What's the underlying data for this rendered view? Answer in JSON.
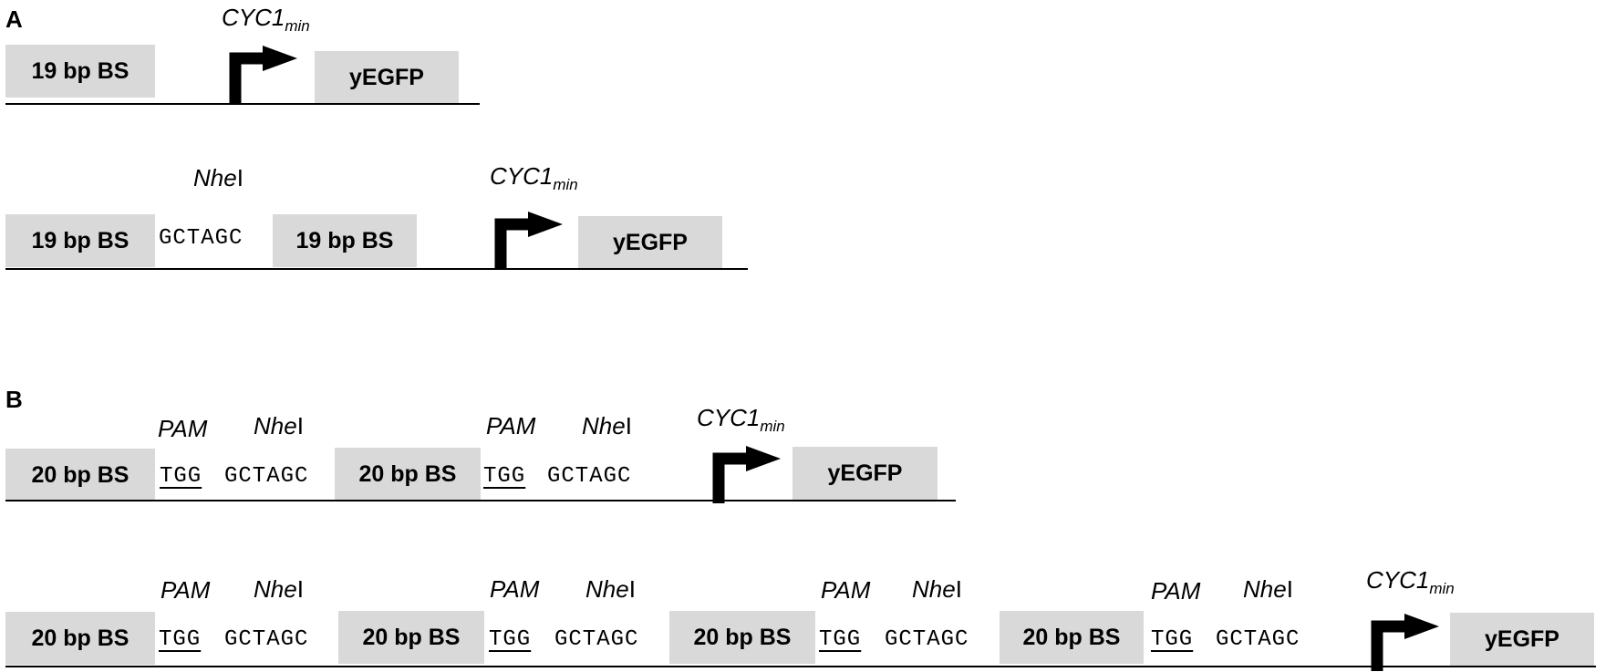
{
  "panel_a": {
    "label": "A",
    "construct_1": {
      "promoter_label": "CYC1",
      "promoter_sub": "min",
      "bs_label": "19 bp BS",
      "reporter_label": "yEGFP"
    },
    "construct_2": {
      "bs1_label": "19 bp BS",
      "site_name_italic": "Nhe",
      "site_name_plain": "I",
      "site_seq": "GCTAGC",
      "bs2_label": "19 bp BS",
      "promoter_label": "CYC1",
      "promoter_sub": "min",
      "reporter_label": "yEGFP"
    }
  },
  "panel_b": {
    "label": "B",
    "construct_1": {
      "units": [
        {
          "bs_label": "20 bp BS",
          "pam_label": "PAM",
          "pam_seq": "TGG",
          "site_name_italic": "Nhe",
          "site_name_plain": "I",
          "site_seq": "GCTAGC"
        },
        {
          "bs_label": "20 bp BS",
          "pam_label": "PAM",
          "pam_seq": "TGG",
          "site_name_italic": "Nhe",
          "site_name_plain": "I",
          "site_seq": "GCTAGC"
        }
      ],
      "promoter_label": "CYC1",
      "promoter_sub": "min",
      "reporter_label": "yEGFP"
    },
    "construct_2": {
      "units": [
        {
          "bs_label": "20 bp BS",
          "pam_label": "PAM",
          "pam_seq": "TGG",
          "site_name_italic": "Nhe",
          "site_name_plain": "I",
          "site_seq": "GCTAGC"
        },
        {
          "bs_label": "20 bp BS",
          "pam_label": "PAM",
          "pam_seq": "TGG",
          "site_name_italic": "Nhe",
          "site_name_plain": "I",
          "site_seq": "GCTAGC"
        },
        {
          "bs_label": "20 bp BS",
          "pam_label": "PAM",
          "pam_seq": "TGG",
          "site_name_italic": "Nhe",
          "site_name_plain": "I",
          "site_seq": "GCTAGC"
        },
        {
          "bs_label": "20 bp BS",
          "pam_label": "PAM",
          "pam_seq": "TGG",
          "site_name_italic": "Nhe",
          "site_name_plain": "I",
          "site_seq": "GCTAGC"
        }
      ],
      "promoter_label": "CYC1",
      "promoter_sub": "min",
      "reporter_label": "yEGFP"
    }
  }
}
